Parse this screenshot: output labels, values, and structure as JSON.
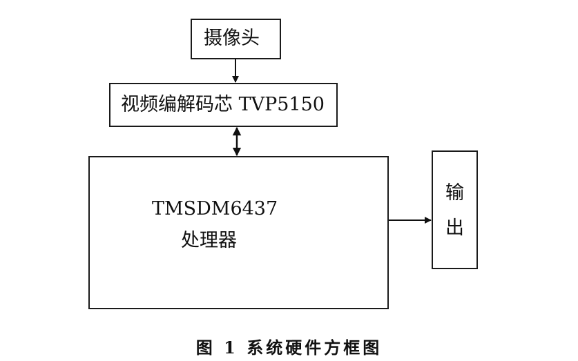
{
  "diagram": {
    "camera": "摄像头",
    "decoder": "视频编解码芯  TVP5150",
    "processor_line1": "TMSDM6437",
    "processor_line2": "处理器",
    "output_line1": "输",
    "output_line2": "出"
  },
  "caption": "图 1  系统硬件方框图"
}
